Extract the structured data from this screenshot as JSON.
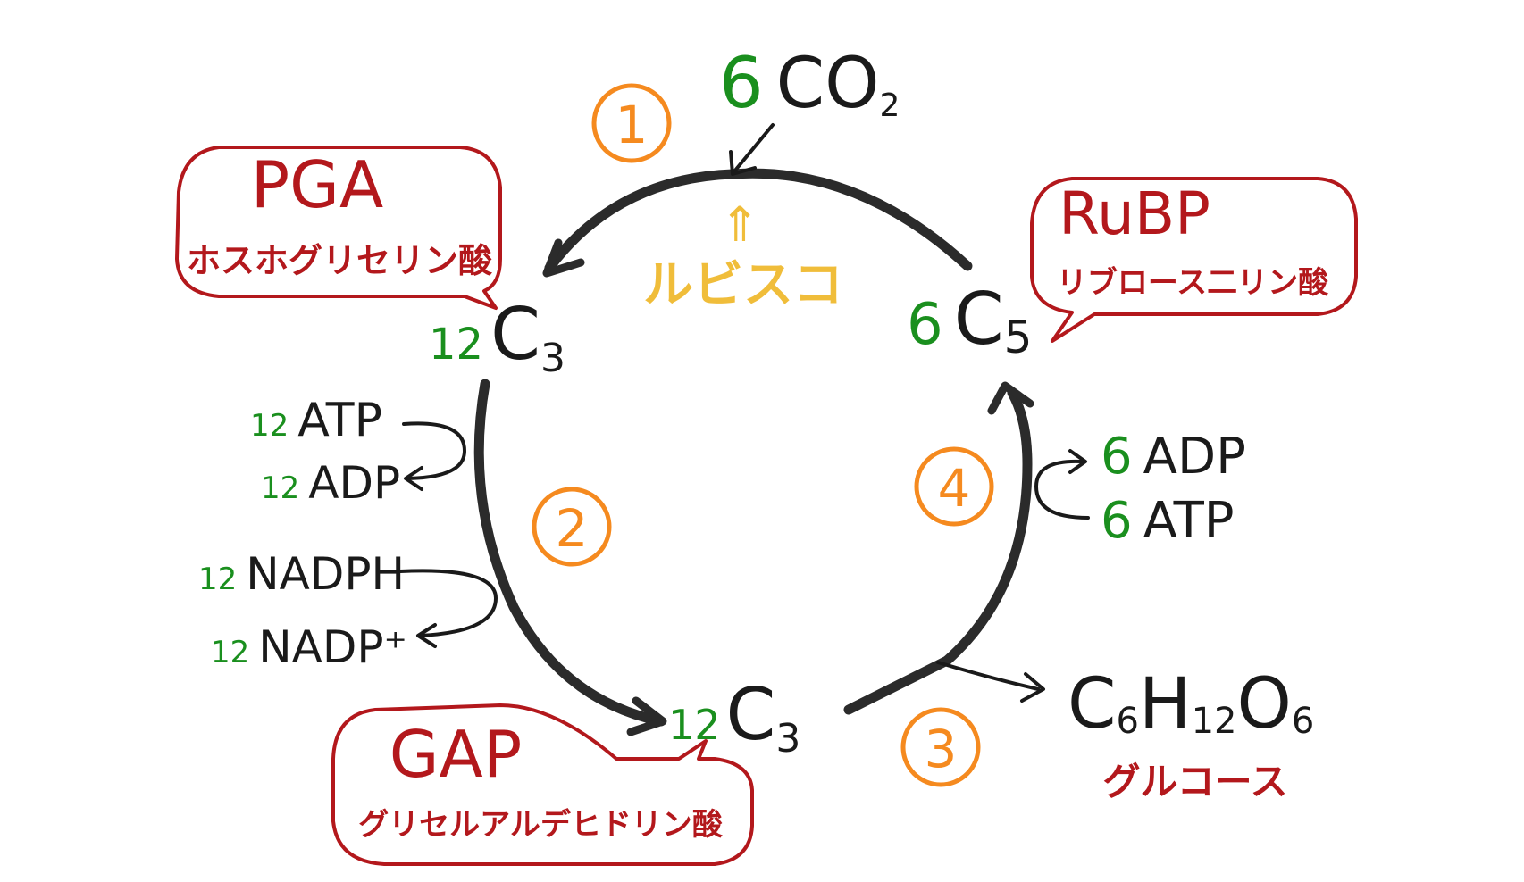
{
  "steps": [
    "1",
    "2",
    "3",
    "4"
  ],
  "co2": {
    "coef": "6",
    "formula": "CO",
    "sub": "2"
  },
  "enzyme": {
    "arrow": "⇑",
    "name": "ルビスコ"
  },
  "pga_node": {
    "coef": "12",
    "formula": "C",
    "sub": "3"
  },
  "gap_node": {
    "coef": "12",
    "formula": "C",
    "sub": "3"
  },
  "rubp_node": {
    "coef": "6",
    "formula": "C",
    "sub": "5"
  },
  "pga_bubble": {
    "abbr": "PGA",
    "name": "ホスホグリセリン酸"
  },
  "rubp_bubble": {
    "abbr": "RuBP",
    "name": "リブロース二リン酸"
  },
  "gap_bubble": {
    "abbr": "GAP",
    "name": "グリセルアルデヒドリン酸"
  },
  "step2_inputs": [
    {
      "coef": "12",
      "name": "ATP"
    },
    {
      "coef": "12",
      "name": "ADP"
    },
    {
      "coef": "12",
      "name": "NADPH"
    },
    {
      "coef": "12",
      "name": "NADP⁺"
    }
  ],
  "step4_inputs": [
    {
      "coef": "6",
      "name": "ADP"
    },
    {
      "coef": "6",
      "name": "ATP"
    }
  ],
  "glucose": {
    "c": "C",
    "c_sub": "6",
    "h": "H",
    "h_sub": "12",
    "o": "O",
    "o_sub": "6",
    "name": "グルコース"
  },
  "colors": {
    "coefficient": "#1a8f1e",
    "label_red": "#b3181c",
    "step_orange": "#f58a1f",
    "enzyme_yellow": "#f0bd3a",
    "ink": "#1a1a1a",
    "cycle_arrow": "#2b2b2b"
  }
}
